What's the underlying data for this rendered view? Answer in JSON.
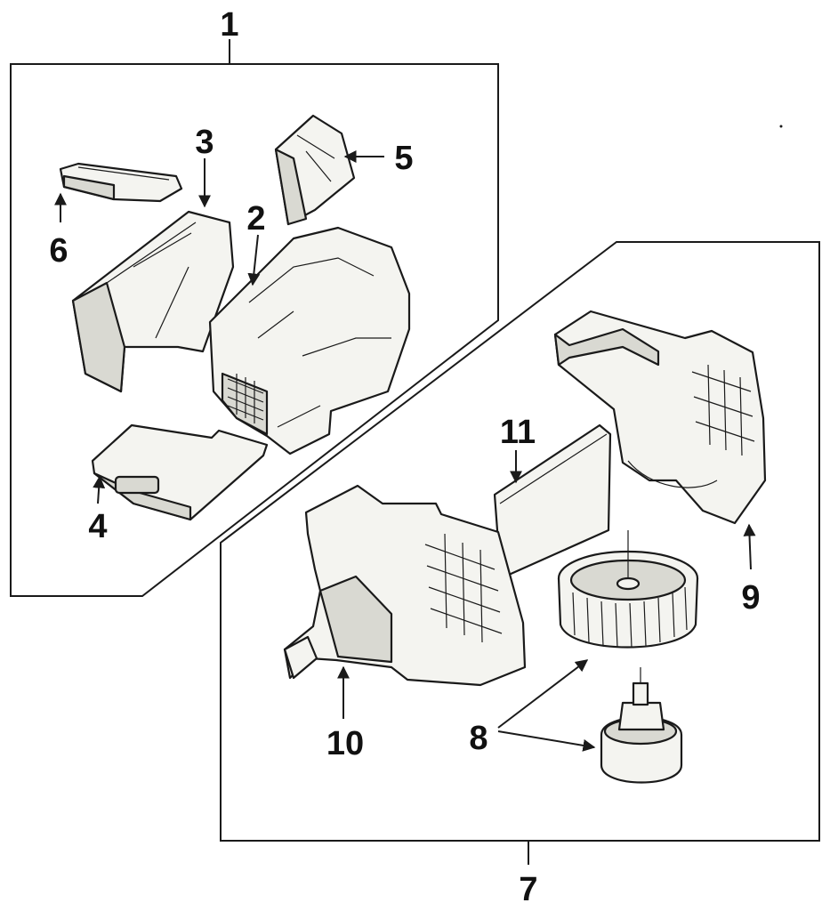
{
  "callouts": {
    "c1": "1",
    "c2": "2",
    "c3": "3",
    "c4": "4",
    "c5": "5",
    "c6": "6",
    "c7": "7",
    "c8": "8",
    "c9": "9",
    "c10": "10",
    "c11": "11"
  },
  "colors": {
    "stroke": "#1a1a1a",
    "part_fill": "#f4f4f0",
    "shade_fill": "#d9d9d2",
    "background": "#ffffff"
  }
}
